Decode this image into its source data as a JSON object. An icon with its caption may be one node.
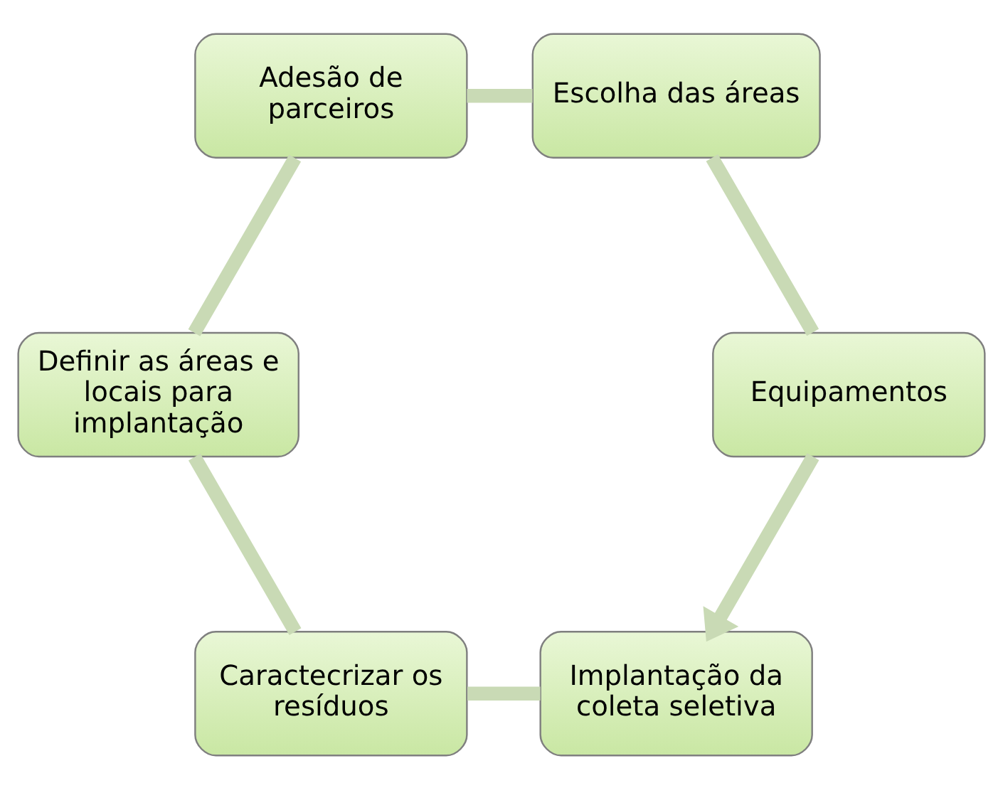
{
  "diagram": {
    "nodes": [
      {
        "text": [
          "Implantação da coleta seletiva"
        ]
      },
      {
        "text": [
          "Caractecrizar os resíduos"
        ]
      },
      {
        "text": [
          "Definir as áreas e locais para implantação"
        ]
      },
      {
        "text": [
          "Adesão de parceiros"
        ]
      },
      {
        "text": [
          "Escolha das áreas"
        ]
      },
      {
        "text": [
          "Equipamentos"
        ]
      }
    ],
    "edges": [
      {
        "from": 0,
        "to": 1,
        "arrow": "none"
      },
      {
        "from": 1,
        "to": 2,
        "arrow": "none"
      },
      {
        "from": 2,
        "to": 3,
        "arrow": "none"
      },
      {
        "from": 3,
        "to": 4,
        "arrow": "none"
      },
      {
        "from": 4,
        "to": 5,
        "arrow": "none"
      },
      {
        "from": 5,
        "to": 0,
        "arrow": "to"
      }
    ]
  }
}
